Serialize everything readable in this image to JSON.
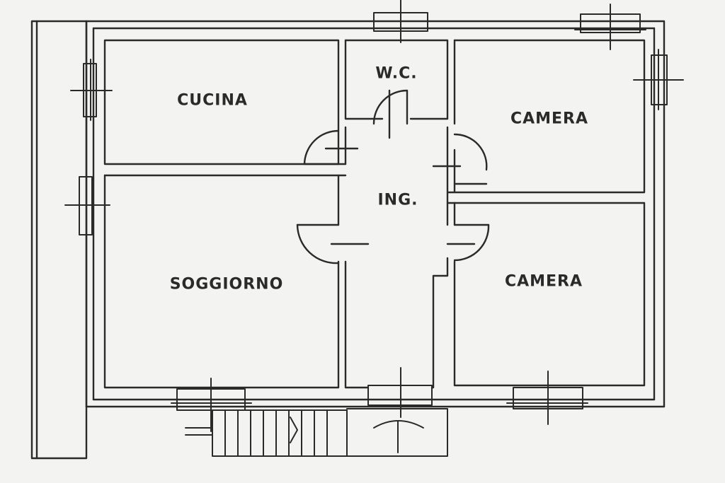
{
  "rooms": {
    "kitchen": "CUCINA",
    "wc": "W.C.",
    "bedroom_1": "CAMERA",
    "entrance": "ING.",
    "living_room": "SOGGIORNO",
    "bedroom_2": "CAMERA"
  },
  "colors": {
    "ink": "#2a2a2a",
    "paper": "#f3f3f1"
  }
}
